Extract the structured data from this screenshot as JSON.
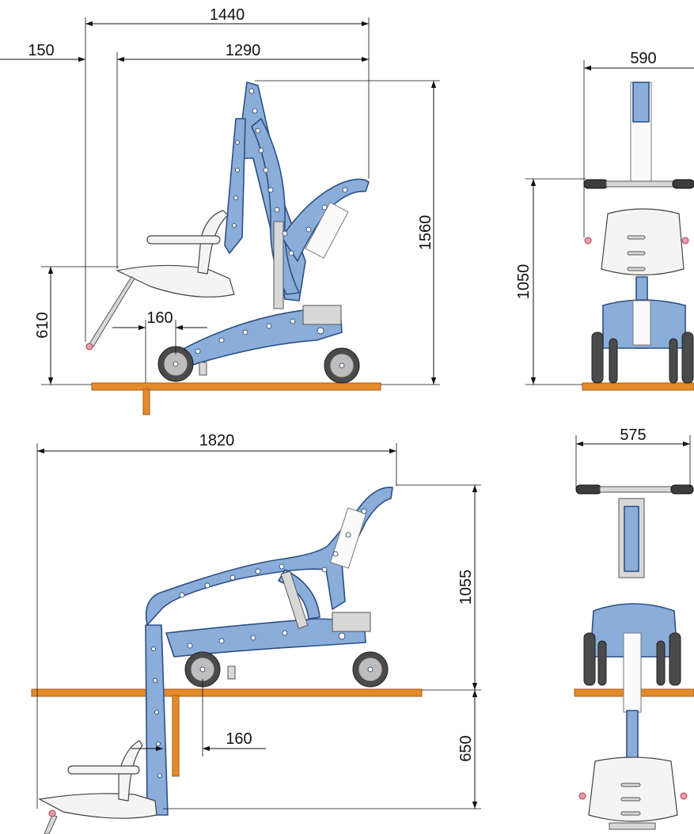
{
  "dimensions": {
    "top_side": {
      "overall_length": "1440",
      "seat_offset": "150",
      "seat_to_handle": "1290",
      "height": "1560",
      "seat_height": "610",
      "wheel_offset": "160"
    },
    "top_front": {
      "width": "590",
      "height": "1050"
    },
    "bottom_side": {
      "overall_length": "1820",
      "height_above_deck": "1055",
      "depth_below_deck": "650",
      "wheel_offset": "160"
    },
    "bottom_front": {
      "width": "575"
    }
  },
  "colors": {
    "frame": "#8aaed9",
    "frame_outline": "#2e4f86",
    "pool_deck": "#e58a2b",
    "seat": "#f4f4f4"
  }
}
